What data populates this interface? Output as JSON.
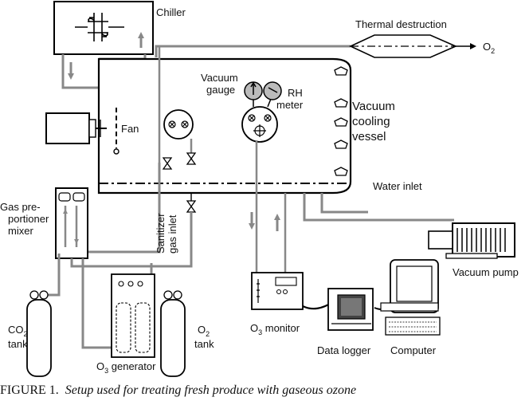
{
  "labels": {
    "chiller": "Chiller",
    "thermal_destruction": "Thermal destruction",
    "o2_out": "O",
    "o2_out_sub": "2",
    "vacuum_gauge_l1": "Vacuum",
    "vacuum_gauge_l2": "gauge",
    "rh_meter_l1": "RH",
    "rh_meter_l2": "meter",
    "vessel_l1": "Vacuum",
    "vessel_l2": "cooling",
    "vessel_l3": "vessel",
    "fan": "Fan",
    "water_inlet": "Water inlet",
    "mixer_l1": "Gas pre-",
    "mixer_l2": "portioner",
    "mixer_l3": "mixer",
    "sanitizer_l1": "Sanitizer",
    "sanitizer_l2": "gas inlet",
    "vacuum_pump": "Vacuum pump",
    "co2_l1": "CO",
    "co2_sub": "2",
    "co2_l2": "tank",
    "o2_tank_l1": "O",
    "o2_tank_sub": "2",
    "o2_tank_l2": "tank",
    "o3_gen": "O",
    "o3_gen_sub": "3",
    "o3_gen_rest": " generator",
    "o3_mon": "O",
    "o3_mon_sub": "3",
    "o3_mon_rest": " monitor",
    "data_logger": "Data logger",
    "computer": "Computer"
  },
  "caption": {
    "prefix": "FIGURE 1.",
    "text": "Setup used for treating fresh produce with gaseous ozone"
  }
}
